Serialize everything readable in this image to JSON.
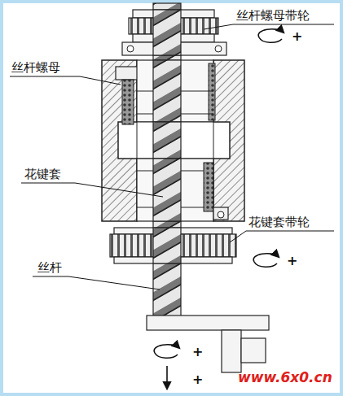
{
  "diagram": {
    "labels": [
      "丝杆螺母带轮",
      "丝杆螺母",
      "花键套",
      "花键套带轮",
      "丝杆",
      "+",
      "+",
      "+",
      "+",
      "www.6x0.cn"
    ]
  }
}
